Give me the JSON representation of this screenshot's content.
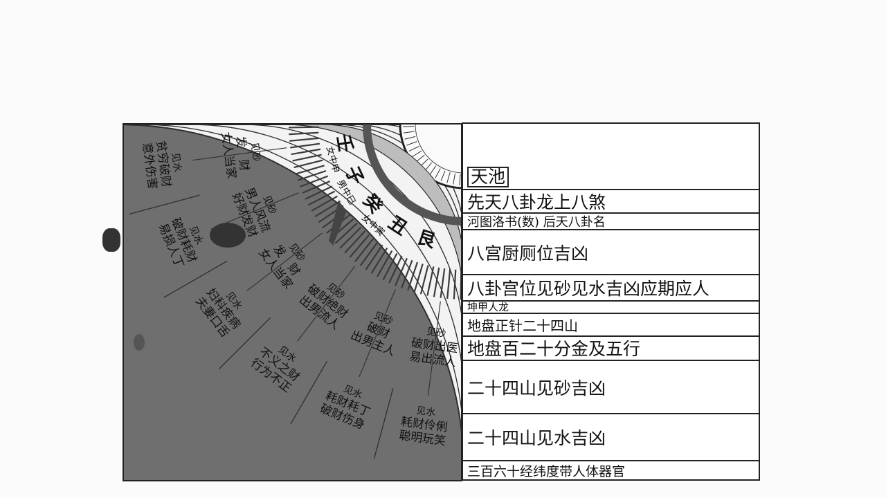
{
  "colors": {
    "ink": "#111111",
    "paper": "#f3f3f3",
    "shade": "#6f6f6f"
  },
  "table": {
    "rows": [
      "天池",
      "先天八卦龙上八煞",
      "河图洛书(数) 后天八卦名",
      "八宫厨厕位吉凶",
      "八卦宫位见砂见水吉凶应期应人",
      "坤甲人龙",
      "地盘正针二十四山",
      "地盘百二十分金及五行",
      "二十四山见砂吉凶",
      "二十四山见水吉凶",
      "三百六十经纬度带人体器官"
    ]
  },
  "compass": {
    "mountains": [
      "艮",
      "丑",
      "癸",
      "子",
      "壬"
    ],
    "outer_cells": [
      {
        "title": "见水",
        "lines": [
          "贫穷破财",
          "意外伤害"
        ]
      },
      {
        "title": "见水",
        "lines": [
          "破财耗财",
          "易损人丁"
        ]
      },
      {
        "title": "见水",
        "lines": [
          "妇科疾病",
          "夫妻口舌"
        ]
      },
      {
        "title": "见水",
        "lines": [
          "不义之财",
          "行为不正"
        ]
      },
      {
        "title": "见水",
        "lines": [
          "耗财耗丁",
          "破财伤身"
        ]
      },
      {
        "title": "见水",
        "lines": [
          "耗财伶俐",
          "聪明玩笑"
        ]
      }
    ],
    "inner_cells": [
      {
        "title": "见砂",
        "lines": [
          "发　财",
          "女人当家"
        ]
      },
      {
        "title": "见砂",
        "lines": [
          "男人风流",
          "好财发财"
        ]
      },
      {
        "title": "见砂",
        "lines": [
          "发　财",
          "女人当家"
        ]
      },
      {
        "title": "见砂",
        "lines": [
          "破财绝财",
          "出男流人"
        ]
      },
      {
        "title": "见砂",
        "lines": [
          "破财",
          "出男主人"
        ]
      },
      {
        "title": "见砂",
        "lines": [
          "破财出医",
          "易出流人"
        ]
      }
    ],
    "small_labels": [
      "男中巳",
      "女中申",
      "女中寅"
    ]
  }
}
